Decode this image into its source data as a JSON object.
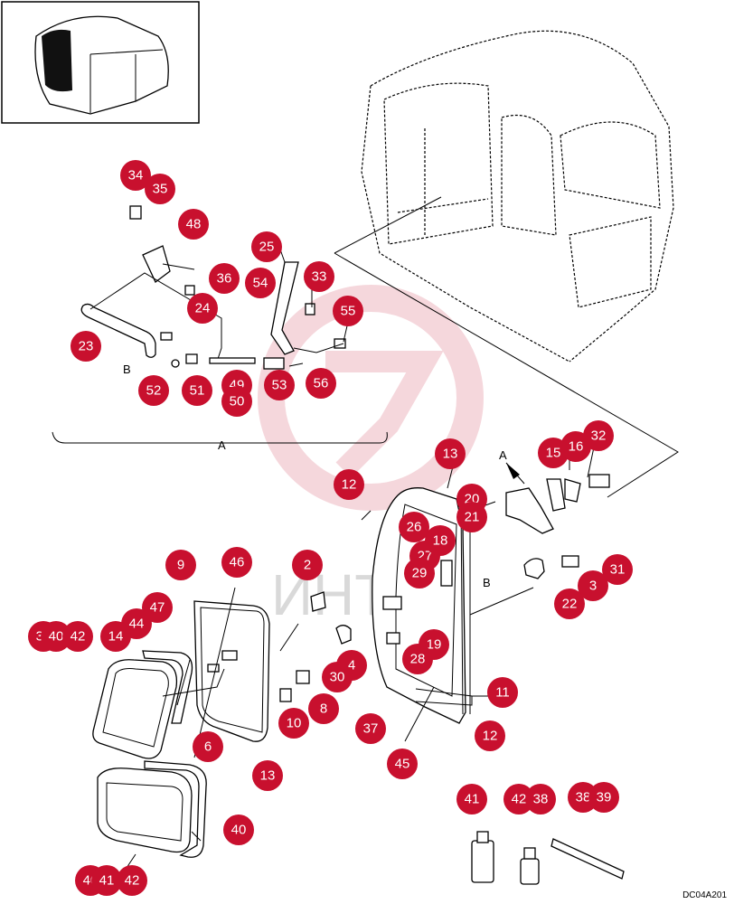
{
  "diagram": {
    "callouts": [
      "34",
      "35",
      "48",
      "25",
      "36",
      "54",
      "33",
      "24",
      "55",
      "23",
      "52",
      "51",
      "49",
      "50",
      "53",
      "56",
      "13",
      "12",
      "15",
      "16",
      "32",
      "20",
      "21",
      "26",
      "27",
      "18",
      "29",
      "2",
      "9",
      "46",
      "47",
      "44",
      "38",
      "40",
      "42",
      "14",
      "31",
      "3",
      "22",
      "19",
      "28",
      "4",
      "30",
      "8",
      "10",
      "6",
      "13",
      "11",
      "12",
      "37",
      "45",
      "40",
      "41",
      "42",
      "38",
      "38",
      "39",
      "40",
      "41",
      "42"
    ],
    "view_label_A": "A",
    "view_label_B": "B",
    "drawing_code": "DC04A201",
    "watermark_text": "ИНТЕ"
  }
}
